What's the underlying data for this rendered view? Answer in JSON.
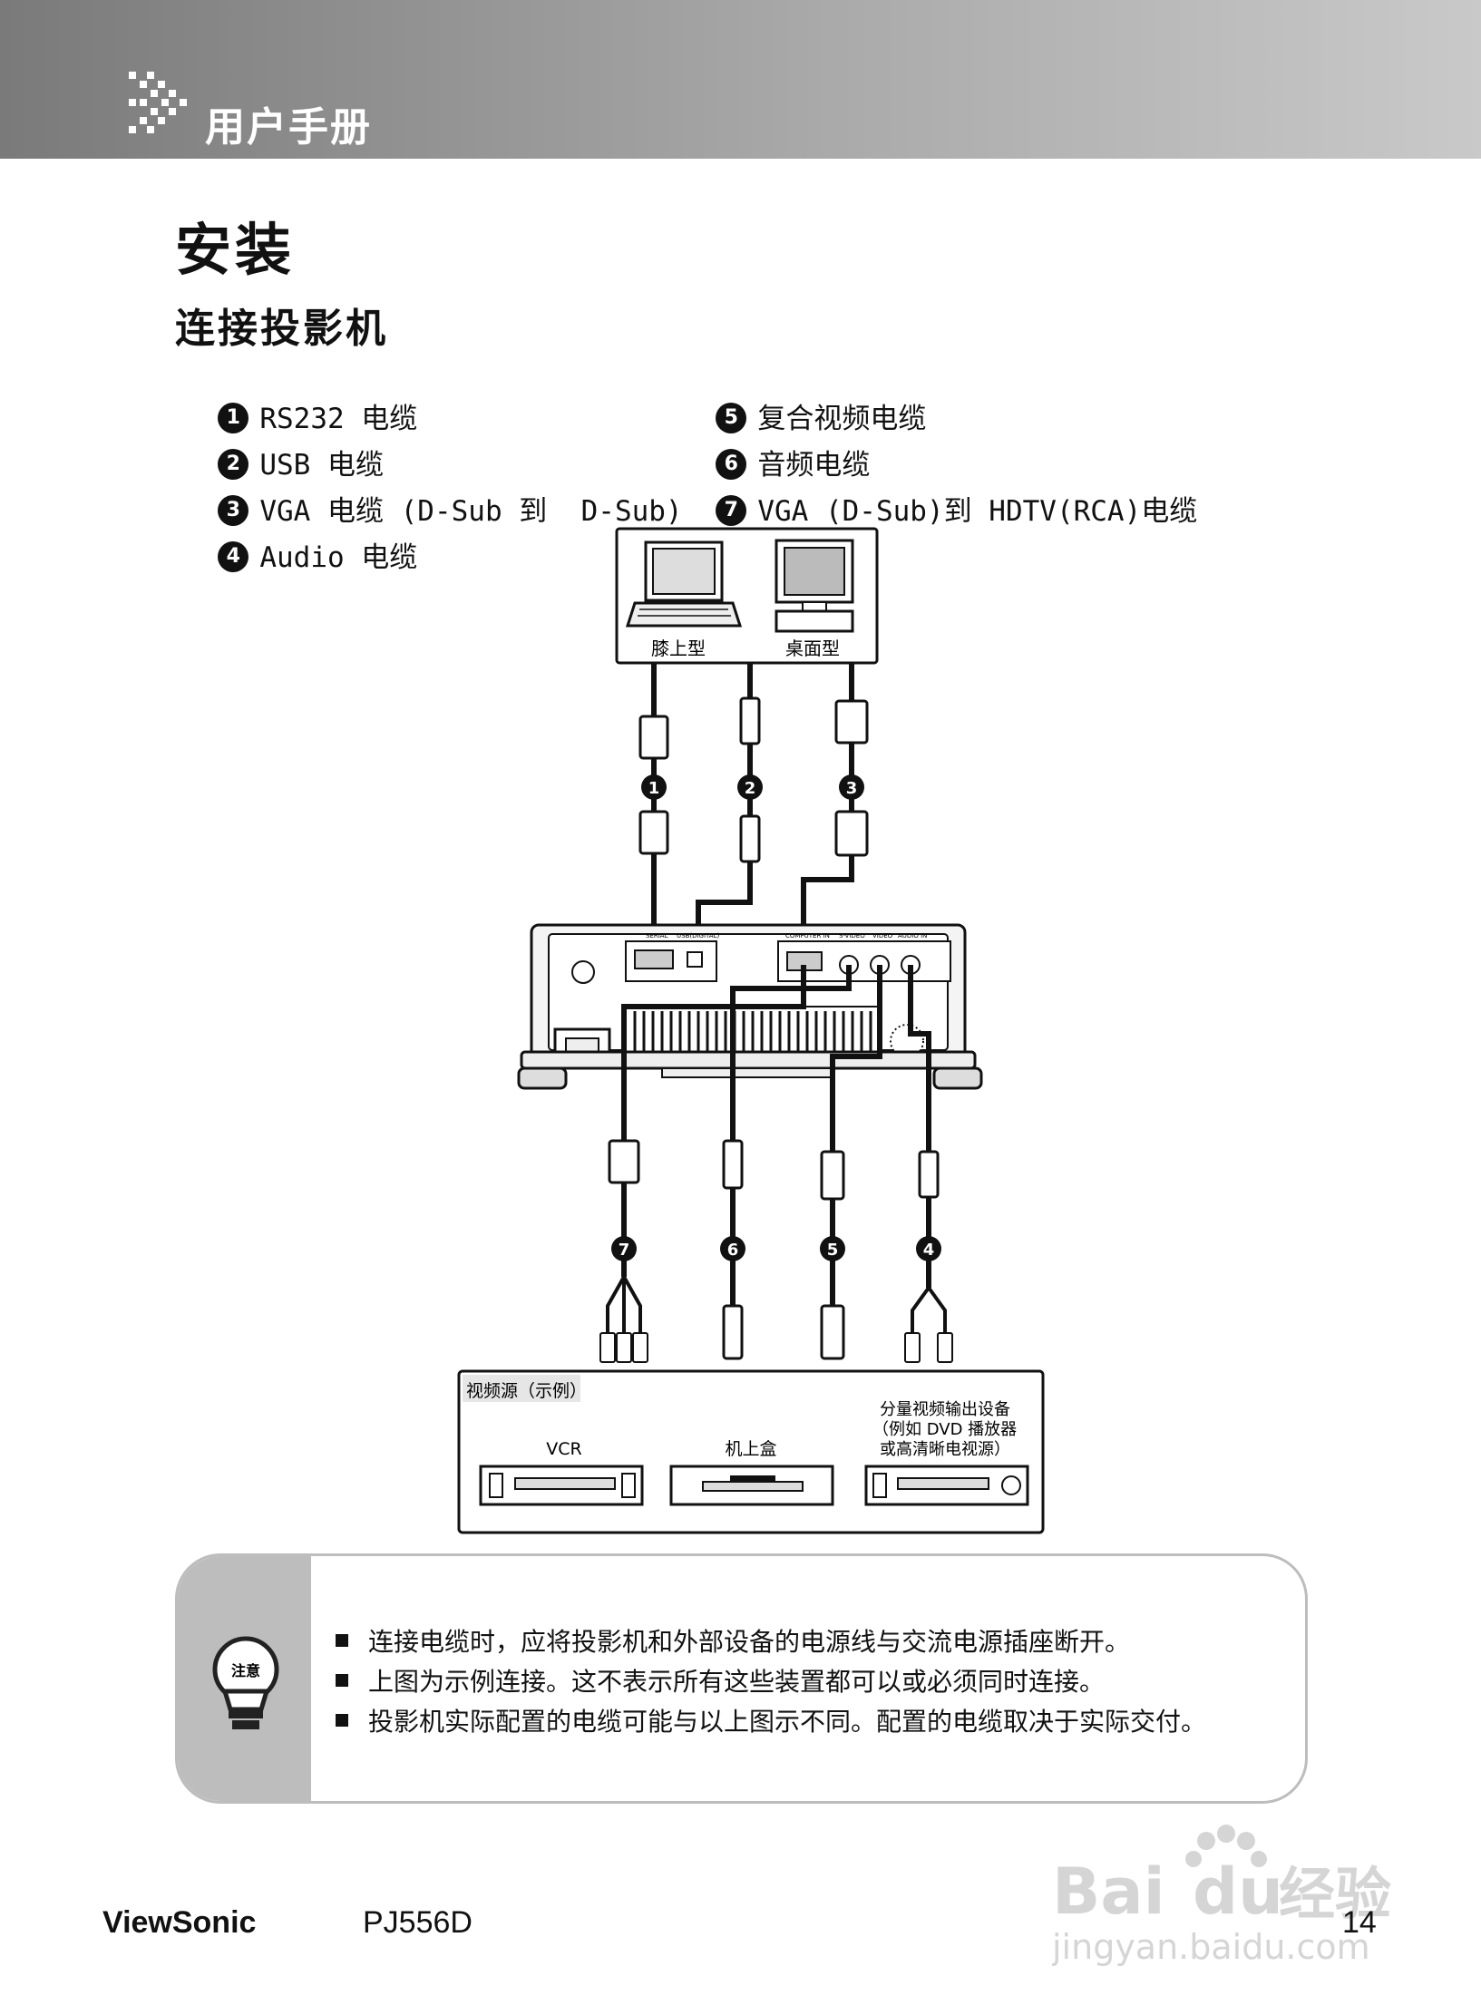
{
  "header": {
    "title": "用户手册"
  },
  "page_title": "安装",
  "section_title": "连接投影机",
  "legend": [
    {
      "num": "1",
      "text": "RS232 电缆"
    },
    {
      "num": "2",
      "text": "USB 电缆"
    },
    {
      "num": "3",
      "text": "VGA 电缆 (D-Sub 到  D-Sub)"
    },
    {
      "num": "4",
      "text": "Audio 电缆"
    },
    {
      "num": "5",
      "text": "复合视频电缆"
    },
    {
      "num": "6",
      "text": "音频电缆"
    },
    {
      "num": "7",
      "text": "VGA (D-Sub)到 HDTV(RCA)电缆"
    }
  ],
  "diagram": {
    "computers": {
      "laptop": "膝上型",
      "desktop": "桌面型"
    },
    "ports": {
      "serial": "SERIAL",
      "usb": "USB(DIGITAL)",
      "computer_in": "COMPUTER IN",
      "s_video": "S-VIDEO",
      "video": "VIDEO",
      "audio_in": "AUDIO IN"
    },
    "cable_numbers": [
      "1",
      "2",
      "3",
      "7",
      "6",
      "5",
      "4"
    ],
    "sources": {
      "label": "视频源（示例）",
      "vcr": "VCR",
      "set_top_box": "机上盒",
      "component_line1": "分量视频输出设备",
      "component_line2": "（例如 DVD 播放器",
      "component_line3": "或高清晰电视源）"
    }
  },
  "note": {
    "icon_label": "注意",
    "items": [
      "连接电缆时，应将投影机和外部设备的电源线与交流电源插座断开。",
      "上图为示例连接。这不表示所有这些装置都可以或必须同时连接。",
      "投影机实际配置的电缆可能与以上图示不同。配置的电缆取决于实际交付。"
    ]
  },
  "footer": {
    "brand": "ViewSonic",
    "model": "PJ556D",
    "page": "14"
  },
  "watermark": {
    "line1": "Bai",
    "line2": "du",
    "line3": "经验",
    "url": "jingyan.baidu.com"
  }
}
